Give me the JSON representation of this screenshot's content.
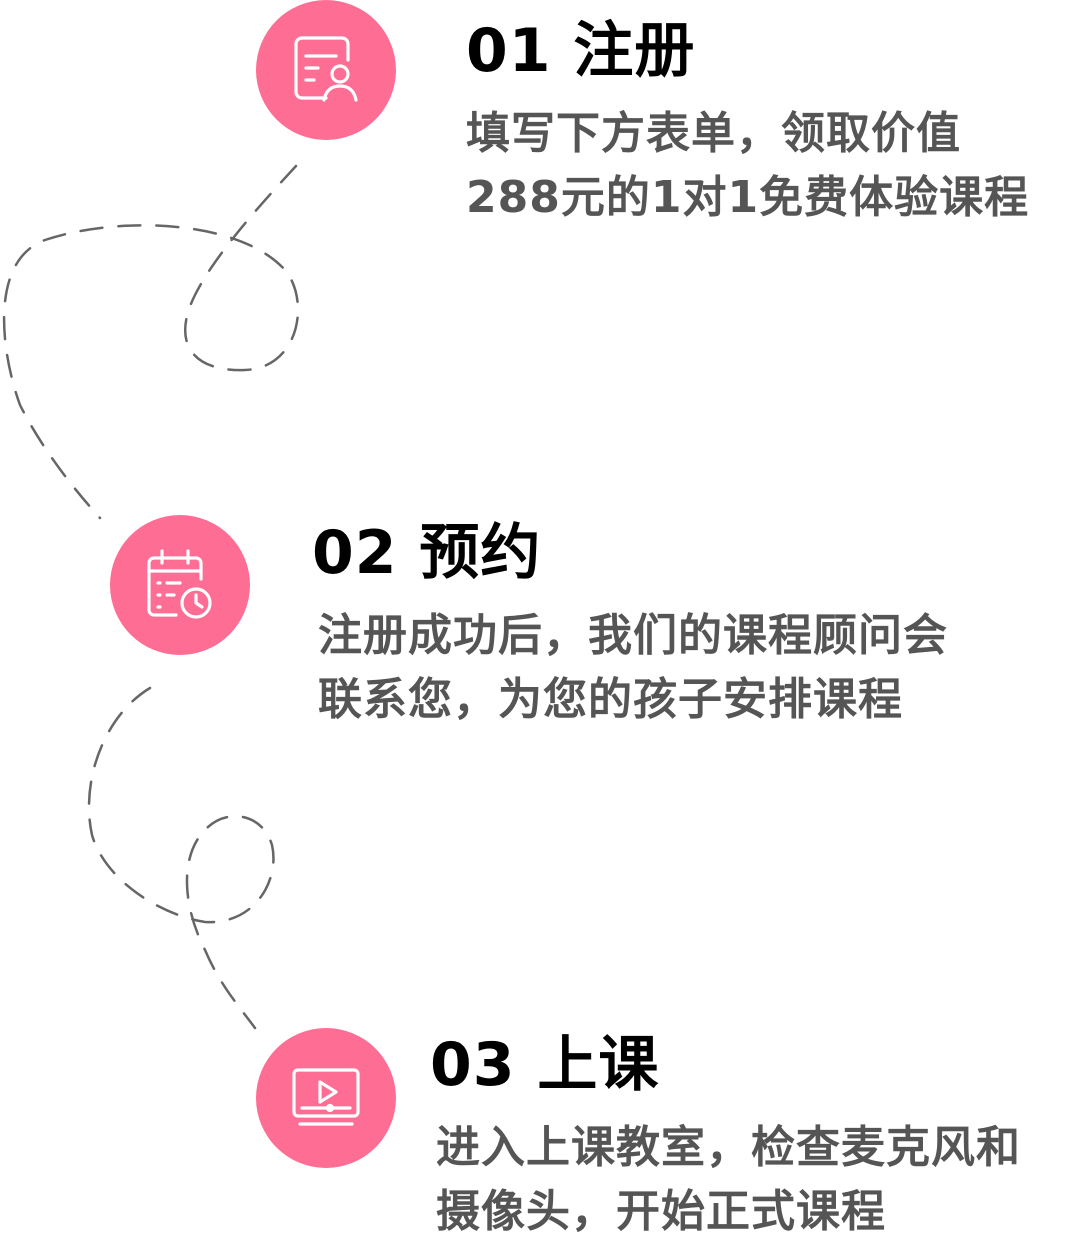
{
  "colors": {
    "accent": "#FE6D93",
    "title": "#000000",
    "text": "#555555",
    "path": "#666666"
  },
  "steps": [
    {
      "icon": "registration-form-icon",
      "title": "01 注册",
      "desc_lines": [
        "填写下方表单，领取价值",
        "288元的1对1免费体验课程"
      ]
    },
    {
      "icon": "calendar-clock-icon",
      "title": "02 预约",
      "desc_lines": [
        "注册成功后，我们的课程顾问会",
        "联系您，为您的孩子安排课程"
      ]
    },
    {
      "icon": "video-player-icon",
      "title": "03 上课",
      "desc_lines": [
        "进入上课教室，检查麦克风和",
        "摄像头，开始正式课程"
      ]
    }
  ]
}
